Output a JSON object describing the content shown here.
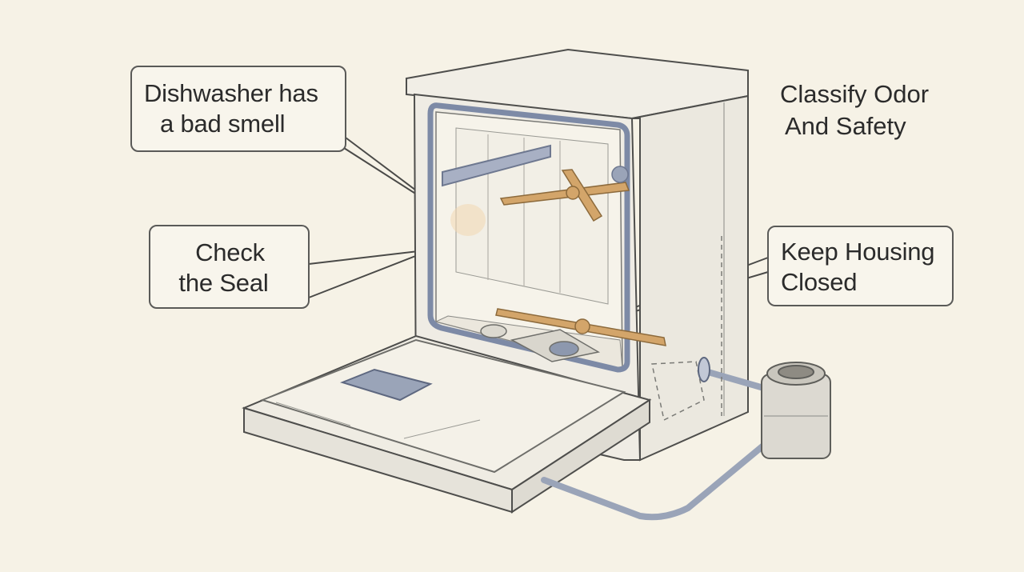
{
  "callouts": {
    "smell": {
      "line1": "Dishwasher has",
      "line2": "a bad smell"
    },
    "seal": {
      "line1": "Check",
      "line2": "the Seal"
    },
    "housing": {
      "line1": "Keep Housing",
      "line2": "Closed"
    }
  },
  "heading": {
    "line1": "Classify Odor",
    "line2": "And Safety"
  },
  "colors": {
    "background": "#f6f2e6",
    "outline": "#5a5a58",
    "seal_gasket": "#7d8aa6",
    "spray_arm": "#c9a370",
    "drain_hose": "#9aa4b8"
  }
}
